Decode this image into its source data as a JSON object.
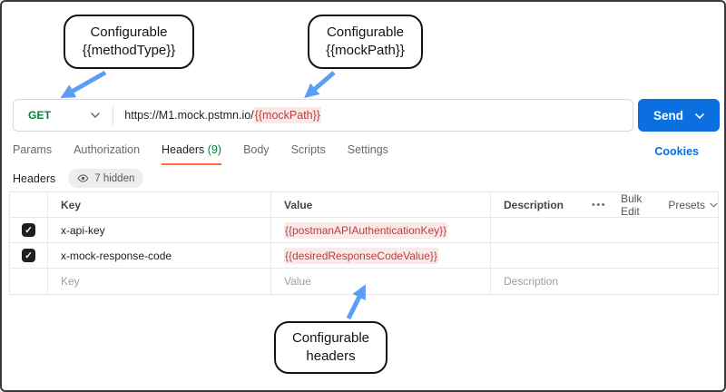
{
  "callouts": {
    "method": {
      "line1": "Configurable",
      "line2": "{{methodType}}"
    },
    "mock_path": {
      "line1": "Configurable",
      "line2": "{{mockPath}}"
    },
    "headers": {
      "line1": "Configurable",
      "line2": "headers"
    }
  },
  "request": {
    "method": "GET",
    "url_base": "https://M1.mock.pstmn.io/",
    "url_variable": "{{mockPath}}",
    "send_label": "Send"
  },
  "tabs": {
    "items": [
      {
        "label": "Params"
      },
      {
        "label": "Authorization"
      },
      {
        "label": "Headers",
        "count": "(9)",
        "active": true
      },
      {
        "label": "Body"
      },
      {
        "label": "Scripts"
      },
      {
        "label": "Settings"
      }
    ],
    "cookies_label": "Cookies"
  },
  "headers_section": {
    "title": "Headers",
    "hidden_badge": "7 hidden"
  },
  "table": {
    "columns": {
      "key": "Key",
      "value": "Value",
      "description": "Description"
    },
    "toolbar": {
      "more": "•••",
      "bulk_edit": "Bulk Edit",
      "presets": "Presets"
    },
    "rows": [
      {
        "key": "x-api-key",
        "value": "{{postmanAPIAuthenticationKey}}"
      },
      {
        "key": "x-mock-response-code",
        "value": "{{desiredResponseCodeValue}}"
      },
      {
        "key_placeholder": "Key",
        "value_placeholder": "Value",
        "description_placeholder": "Description"
      }
    ]
  },
  "icons": {
    "check": "✓"
  },
  "colors": {
    "method_green": "#077e3c",
    "accent_orange": "#ff6c37",
    "link_blue": "#0b6fe0",
    "variable_red": "#b5413b",
    "variable_bg": "#fae9e8",
    "arrow_blue": "#5c9ef5"
  }
}
